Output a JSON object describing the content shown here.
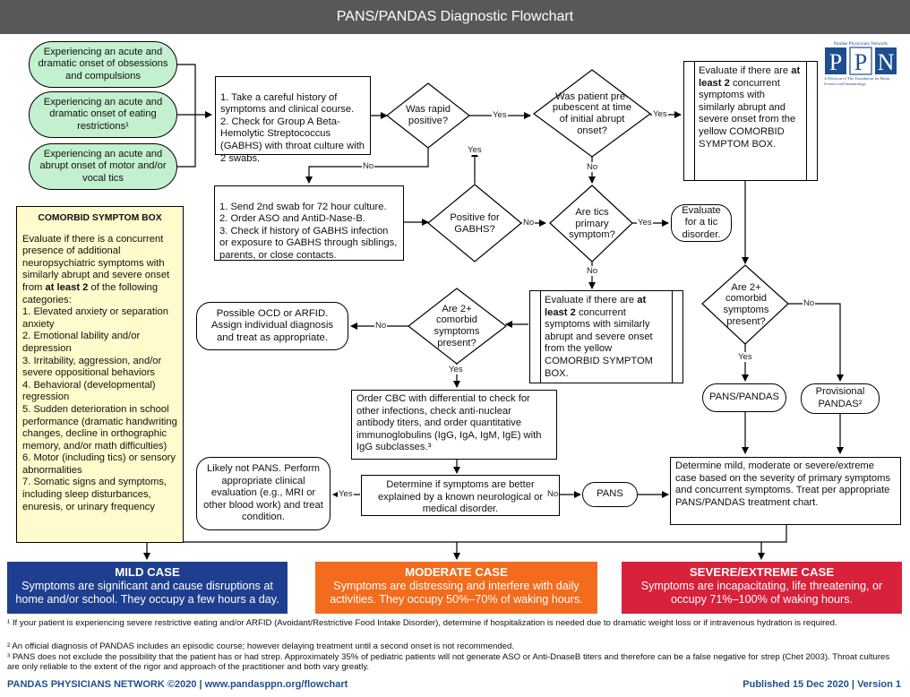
{
  "title": "PANS/PANDAS Diagnostic Flowchart",
  "logo": {
    "org": "Pandas Physicians Network",
    "letters": [
      "P",
      "P",
      "N"
    ],
    "tagline": "A Division of The Foundation for Brain Science and Immunology"
  },
  "onset": {
    "ocd": "Experiencing an acute and dramatic onset of obsessions and compulsions",
    "eating": "Experiencing an acute and dramatic onset of eating restrictions¹",
    "tics": "Experiencing an acute and abrupt onset of motor and/or vocal tics"
  },
  "nodes": {
    "history": "1. Take a careful history of symptoms and clinical course.\n2. Check for Group A Beta-Hemolytic Streptococcus (GABHS) with throat culture with 2 swabs.",
    "rapid": "Was rapid positive?",
    "prepubescent": "Was patient pre-pubescent at time of initial abrupt onset?",
    "eval_top_pre": "Evaluate if there are ",
    "eval_top_bold": "at least 2",
    "eval_top_post": " concurrent symptoms with similarly abrupt and severe onset from the yellow COMORBID SYMPTOM BOX.",
    "second_swab": "1. Send 2nd swab for 72 hour culture.\n2. Order ASO and AntiD-Nase-B.\n3. Check if history of GABHS infection or exposure to GABHS through siblings, parents, or close contacts.",
    "positive_gabhs": "Positive for GABHS?",
    "tics_primary": "Are tics primary symptom?",
    "tic_disorder": "Evaluate for a tic disorder.",
    "ocd_arfid": "Possible OCD or ARFID. Assign individual diagnosis and treat as appropriate.",
    "comorbid_mid": "Are 2+ comorbid symptoms present?",
    "eval_mid_pre": "Evaluate if there are ",
    "eval_mid_bold": "at least 2",
    "eval_mid_post": " concurrent symptoms with similarly abrupt and severe onset from the yellow COMORBID SYMPTOM BOX.",
    "comorbid_right": "Are 2+ comorbid symptoms present?",
    "cbc": "Order CBC with differential to check for other infections, check anti-nuclear antibody titers, and order quantitative immunoglobulins (IgG, IgA, IgM, IgE) with IgG subclasses.³",
    "pans_pandas": "PANS/PANDAS",
    "provisional": "Provisional PANDAS²",
    "not_pans": "Likely not PANS. Perform appropriate clinical evaluation (e.g., MRI or other blood work) and treat condition.",
    "better_explained": "Determine if symptoms are better explained by a known neurological or medical disorder.",
    "pans": "PANS",
    "severity": "Determine mild, moderate or severe/extreme case based on the severity of primary symptoms and concurrent symptoms. Treat per appropriate PANS/PANDAS treatment chart."
  },
  "labels": {
    "yes": "Yes",
    "no": "No"
  },
  "comorbid_box": {
    "title": "COMORBID SYMPTOM BOX",
    "intro_pre": "Evaluate if there is a concurrent presence of additional neuropsychiatric symptoms with similarly abrupt and severe onset from ",
    "intro_bold": "at least 2",
    "intro_post": " of the following categories:",
    "items": [
      "1. Elevated anxiety or separation anxiety",
      "2. Emotional lability and/or depression",
      "3. Irritability, aggression, and/or severe oppositional behaviors",
      "4. Behavioral (developmental) regression",
      "5. Sudden deterioration in school performance (dramatic handwriting changes, decline in orthographic memory, and/or math difficulties)",
      "6. Motor (including tics) or sensory abnormalities",
      "7. Somatic signs and symptoms, including sleep disturbances, enuresis, or urinary frequency"
    ]
  },
  "cases": {
    "mild": {
      "title": "MILD CASE",
      "text": "Symptoms are significant and cause disruptions at home and/or school. They occupy a few hours a day.",
      "color": "#1e3f8f"
    },
    "moderate": {
      "title": "MODERATE CASE",
      "text": "Symptoms are distressing and interfere with daily activities. They occupy 50%–70% of waking hours.",
      "color": "#f36b1c"
    },
    "severe": {
      "title": "SEVERE/EXTREME CASE",
      "text": "Symptoms are incapacitating, life threatening, or occupy 71%–100% of waking hours.",
      "color": "#d8213a"
    }
  },
  "colors": {
    "onset_fill": "#c3f0cf",
    "comorbid_fill": "#fffbcc",
    "title_bar": "#58585a",
    "logo": "#1d4e8f"
  },
  "footnotes": [
    "¹ If your patient is experiencing severe restrictive eating and/or ARFID (Avoidant/Restrictive Food Intake Disorder), determine if hospitalization is needed due to dramatic weight loss or if intravenous hydration is required.",
    "² An official diagnosis of PANDAS includes an episodic course; however delaying treatment until a second onset is not recommended.",
    "³ PANS does not exclude the possibility that the patient has or had strep. Approximately 35% of pediatric patients will not generate ASO or Anti-DnaseB titers and therefore can be a false negative for strep (Chet 2003).  Throat cultures are only reliable to the extent of the rigor and approach of the practitioner and both vary greatly."
  ],
  "footer": {
    "left": "PANDAS PHYSICIANS NETWORK ©2020  |  www.pandasppn.org/flowchart",
    "right": "Published 15 Dec 2020 | Version 1"
  }
}
